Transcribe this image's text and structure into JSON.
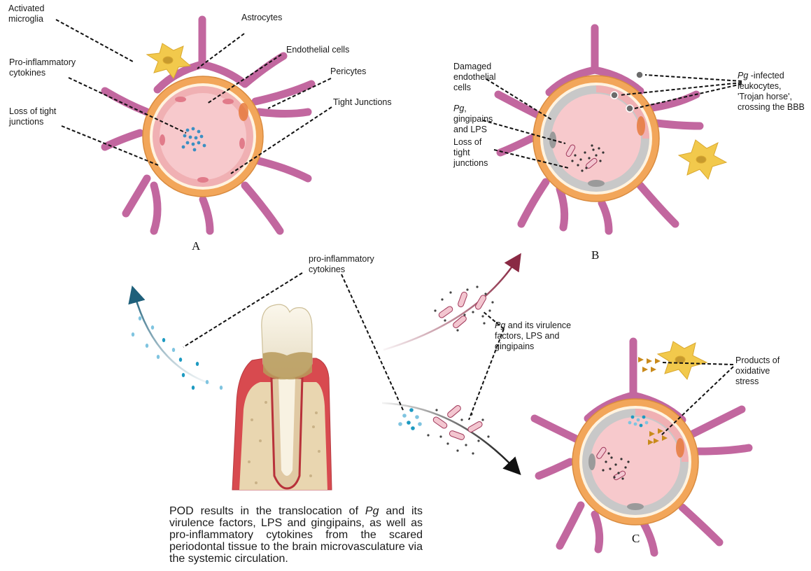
{
  "panels": {
    "a": "A",
    "b": "B",
    "c": "C"
  },
  "panel_a": {
    "activated_microglia": "Activated\nmicroglia",
    "astrocytes": "Astrocytes",
    "endothelial_cells": "Endothelial cells",
    "pericytes": "Pericytes",
    "tight_junctions": "Tight Junctions",
    "pro_inflammatory_cytokines": "Pro-inflammatory\ncytokines",
    "loss_of_tight_junctions": "Loss of tight\njunctions"
  },
  "panel_b": {
    "damaged_endothelial_cells": "Damaged\nendothelial\ncells",
    "pg_italic": "Pg",
    "pg_rest": ",\ngingipains\nand LPS",
    "loss_of_tight_junctions": "Loss of\ntight\njunctions",
    "trojan_pg": "Pg",
    "trojan_rest": " -infected\nleukocytes,\n'Trojan horse',\ncrossing the BBB"
  },
  "center": {
    "pro_inflammatory_cytokines": "pro-inflammatory\ncytokines",
    "virulence_pg": "Pg",
    "virulence_rest": " and its virulence\nfactors, LPS and\ngingipains"
  },
  "panel_c": {
    "products_of_oxidative_stress": "Products of\noxidative\nstress"
  },
  "caption": {
    "part1": "POD results in the translocation of ",
    "pg": "Pg",
    "part2": " and its virulence factors, LPS and gingipains, as well as pro-inflammatory cytokines from the scared periodontal tissue to the brain microvasculature via the systemic circulation."
  },
  "colors": {
    "astrocyte": "#c2679f",
    "pericyte_orange": "#f2a65a",
    "lumen": "#f7c9cc",
    "endothelium": "#f0b0b3",
    "microglia": "#f2c94c",
    "cytokine_blue": "#3b8fc2",
    "gum_red": "#d84a4f",
    "bone": "#e9d6b0",
    "arrow_teal": "#1e5f7a",
    "arrow_red": "#8a2a44"
  }
}
